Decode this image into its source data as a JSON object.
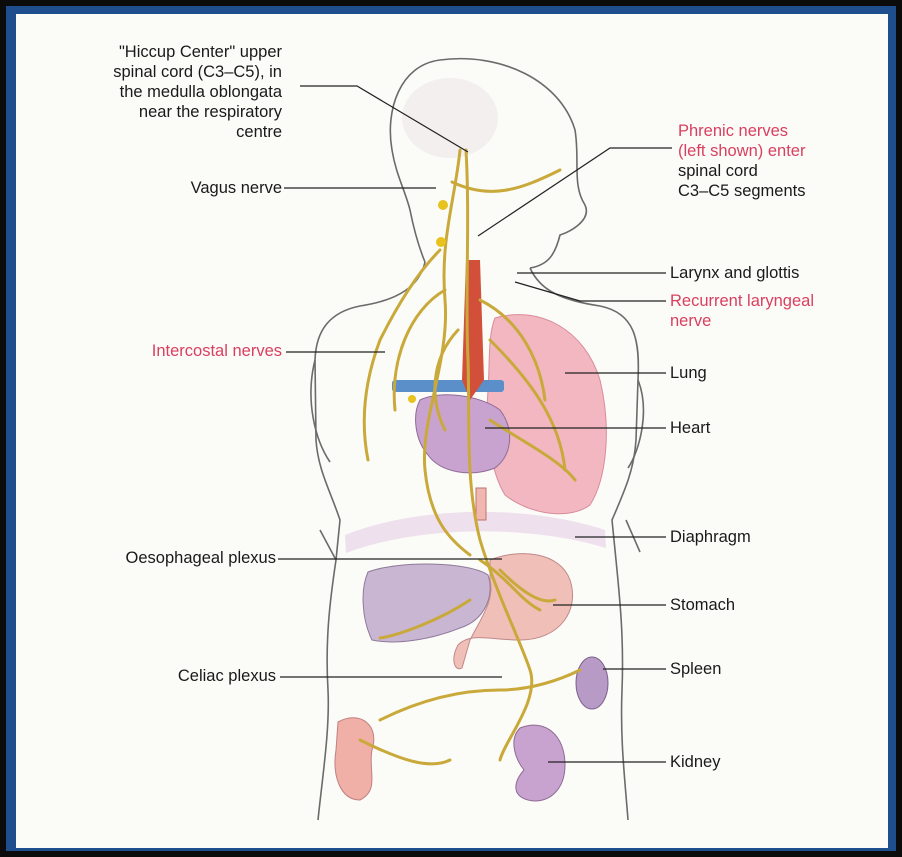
{
  "colors": {
    "nerve": "#c9a93a",
    "nerve_dark": "#6e5a1d",
    "accent_label": "#d94060",
    "body_outline": "#6b6b6b",
    "frame_blue": "#1f4e8f",
    "lung": "#f2b7c0",
    "liver": "#c9b6d3",
    "aorta": "#d2503a",
    "vessel_blue": "#5b8fc9"
  },
  "labels": {
    "hiccup_center": [
      "\"Hiccup Center\" upper",
      "spinal cord (C3–C5), in",
      "the medulla oblongata",
      "near the respiratory",
      "centre"
    ],
    "vagus_nerve": "Vagus nerve",
    "phrenic_nerves": [
      "Phrenic nerves",
      "(left shown) enter"
    ],
    "phrenic_spinal": [
      "spinal cord",
      "C3–C5 segments"
    ],
    "larynx": "Larynx and glottis",
    "recurrent_laryngeal": [
      "Recurrent laryngeal",
      "nerve"
    ],
    "intercostal_nerves": "Intercostal nerves",
    "lung": "Lung",
    "heart": "Heart",
    "diaphragm": "Diaphragm",
    "oesophageal_plexus": "Oesophageal plexus",
    "stomach": "Stomach",
    "celiac_plexus": "Celiac plexus",
    "spleen": "Spleen",
    "kidney": "Kidney"
  }
}
